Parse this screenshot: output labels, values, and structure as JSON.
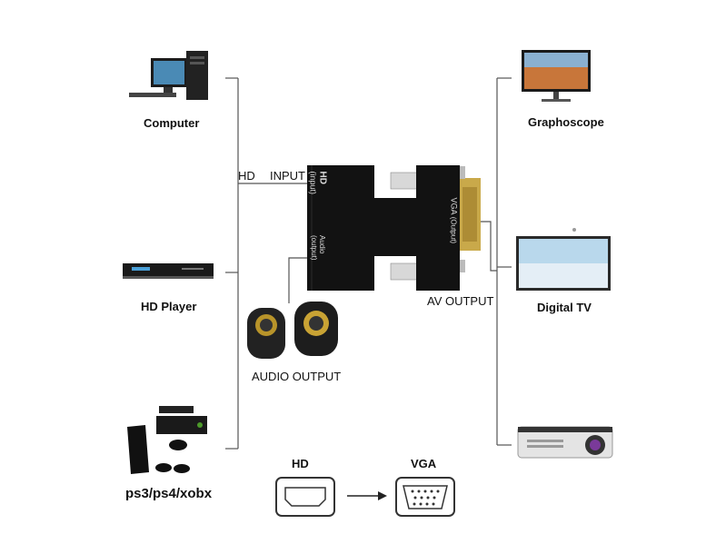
{
  "devices_left": {
    "computer": "Computer",
    "hd_player": "HD Player",
    "consoles": "ps3/ps4/xobx"
  },
  "devices_right": {
    "graphoscope": "Graphoscope",
    "digital_tv": "Digital TV"
  },
  "adapter": {
    "hd_input_left": "HD",
    "hd_input_right": "INPUT",
    "av_output": "AV OUTPUT",
    "audio_output": "AUDIO OUTPUT",
    "port_hd": "HD",
    "port_hd_sub": "(input)",
    "port_audio": "Audio",
    "port_audio_sub": "(output)",
    "port_vga": "VGA",
    "port_vga_sub": "(Output)"
  },
  "connectors": {
    "hd": "HD",
    "vga": "VGA"
  },
  "colors": {
    "line": "#555555",
    "adapter_body": "#111111",
    "gold": "#c9a94a"
  }
}
